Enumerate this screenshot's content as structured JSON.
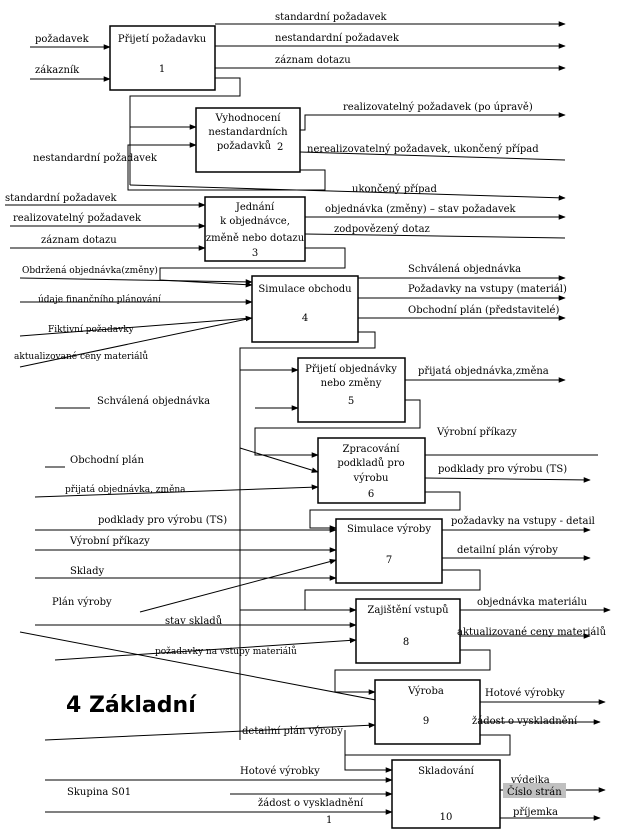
{
  "boxes": [
    {
      "label": "Přijetí požadavku",
      "num": "1"
    },
    {
      "label": [
        "Vyhodnocení",
        "nestandardních",
        "požadavků"
      ],
      "num": "2"
    },
    {
      "label": [
        "Jednání",
        "k objednávce,",
        "změně nebo dotazu"
      ],
      "num": "3"
    },
    {
      "label": "Simulace obchodu",
      "num": "4"
    },
    {
      "label": [
        "Přijetí objednávky",
        "nebo změny"
      ],
      "num": "5"
    },
    {
      "label": [
        "Zpracování",
        "podkladů pro",
        "výrobu"
      ],
      "num": "6"
    },
    {
      "label": "Simulace výroby",
      "num": "7"
    },
    {
      "label": "Zajištění vstupů",
      "num": "8"
    },
    {
      "label": "Výroba",
      "num": "9"
    },
    {
      "label": "Skladování",
      "num": "10"
    }
  ],
  "labels": {
    "pozadavek": "požadavek",
    "zakaznik": "zákazník",
    "std_poz_out": "standardní požadavek",
    "nestd_poz_out": "nestandardní požadavek",
    "zaznam_out": "záznam dotazu",
    "nestd_poz_in": "nestandardní požadavek",
    "realiz_po_uprave": "realizovatelný požadavek (po úpravě)",
    "nerealiz": "nerealizovatelný požadavek, ukončený případ",
    "ukonceny": "ukončený případ",
    "std_poz_in": "standardní požadavek",
    "realiz_in": "realizovatelný požadavek",
    "zaznam_in": "záznam dotazu",
    "objednavka_zmeny": "objednávka (změny) – stav požadavek",
    "zodpovezeny": "zodpovězený dotaz",
    "obdrzena": "Obdržená objednávka(změny)",
    "udaje_fin": "údaje finančního plánování",
    "fiktivni": "Fiktivní požadavky",
    "aktualiz_in": "aktualizované ceny materiálů",
    "schvalena_out": "Schválená objednávka",
    "pozad_vstupy_mat": "Požadavky na vstupy (materiál)",
    "obchodni_plan_out": "Obchodní plán (představitelé)",
    "schvalena_in": "Schválená objednávka",
    "prijata_out": "přijatá objednávka,změna",
    "vyrobni_prikazy_out": "Výrobní příkazy",
    "obchodni_plan_in": "Obchodní plán",
    "podklady_out": "podklady pro výrobu (TS)",
    "prijata_in": "přijatá objednávka, změna",
    "podklady_in": "podklady pro výrobu (TS)",
    "pozad_detail": "požadavky na vstupy - detail",
    "vyrobni_prikazy_in": "Výrobní příkazy",
    "detail_plan_out": "detailní plán výroby",
    "sklady": "Sklady",
    "plan_vyroby": "Plán výroby",
    "objednavka_mat": "objednávka materiálu",
    "stav_skladu": "stav skladů",
    "aktualiz_out": "aktualizované ceny materiálů",
    "pozad_vstupy_mat_in": "požadavky na vstupy materiálů",
    "hotove_out": "Hotové výrobky",
    "zadost_out": "žádost o vyskladnění",
    "detail_plan_in": "detailní plán výroby",
    "hotove_in": "Hotové výrobky",
    "vydejka": "výdejka",
    "prijemka": "příjemka",
    "zadost_in": "žádost o vyskladnění",
    "skupina": "Skupina S01",
    "page_num": "1",
    "cislo_stran": "Číslo strán"
  },
  "heading": "4  Základní"
}
